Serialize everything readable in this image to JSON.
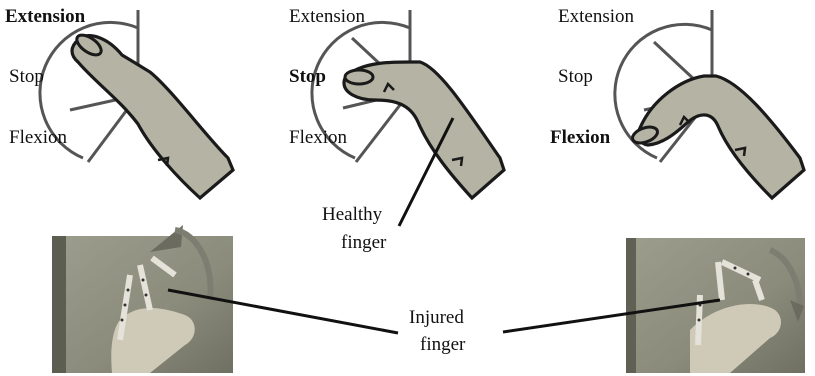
{
  "panels": [
    {
      "labels": {
        "extension": "Extension",
        "stop": "Stop",
        "flexion": "Flexion"
      },
      "active": "extension"
    },
    {
      "labels": {
        "extension": "Extension",
        "stop": "Stop",
        "flexion": "Flexion"
      },
      "active": "stop"
    },
    {
      "labels": {
        "extension": "Extension",
        "stop": "Stop",
        "flexion": "Flexion"
      },
      "active": "flexion"
    }
  ],
  "callouts": {
    "healthy_line1": "Healthy",
    "healthy_line2": "finger",
    "injured_line1": "Injured",
    "injured_line2": "finger"
  },
  "colors": {
    "finger_fill": "#b4b3a4",
    "outline": "#1a1a1a",
    "arc": "#555555",
    "photo_bg": "#8f9182"
  }
}
